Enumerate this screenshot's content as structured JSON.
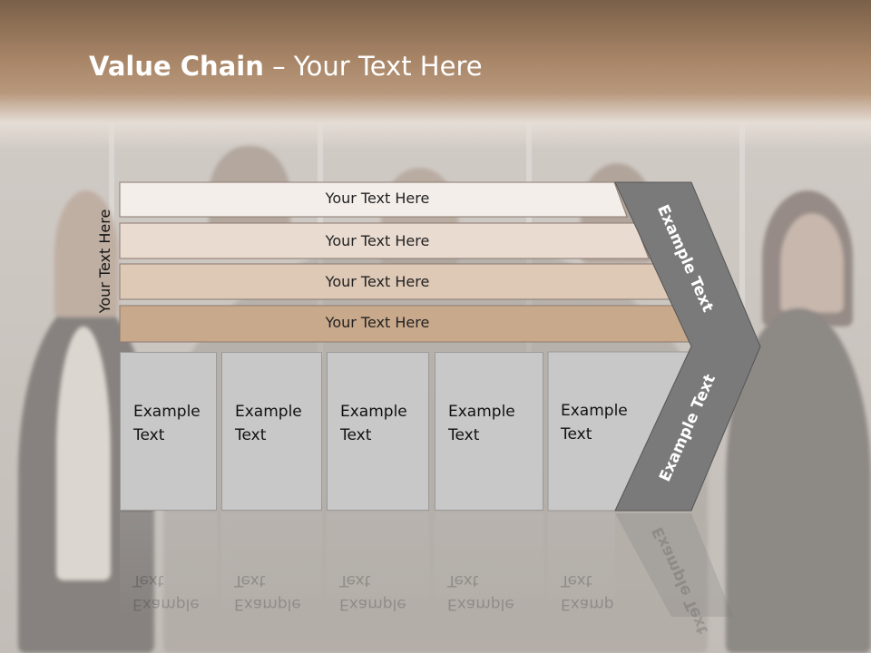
{
  "slide": {
    "title_bold": "Value Chain",
    "title_rest": " – Your Text Here",
    "vertical_label": "Your Text Here",
    "bars": [
      {
        "label": "Your Text Here",
        "color": "#f4eeea"
      },
      {
        "label": "Your Text Here",
        "color": "#eadbd0"
      },
      {
        "label": "Your Text Here",
        "color": "#dec8b6"
      },
      {
        "label": "Your Text Here",
        "color": "#c9a98b"
      }
    ],
    "boxes": [
      {
        "text": "Example\nText"
      },
      {
        "text": "Example\nText"
      },
      {
        "text": "Example\nText"
      },
      {
        "text": "Example\nText"
      },
      {
        "text": "Example\nText"
      }
    ],
    "chevron_top_text": "Example Text",
    "chevron_bottom_text": "Example Text",
    "chevron_color": "#7a7a7a",
    "header_color": "#a88567"
  }
}
